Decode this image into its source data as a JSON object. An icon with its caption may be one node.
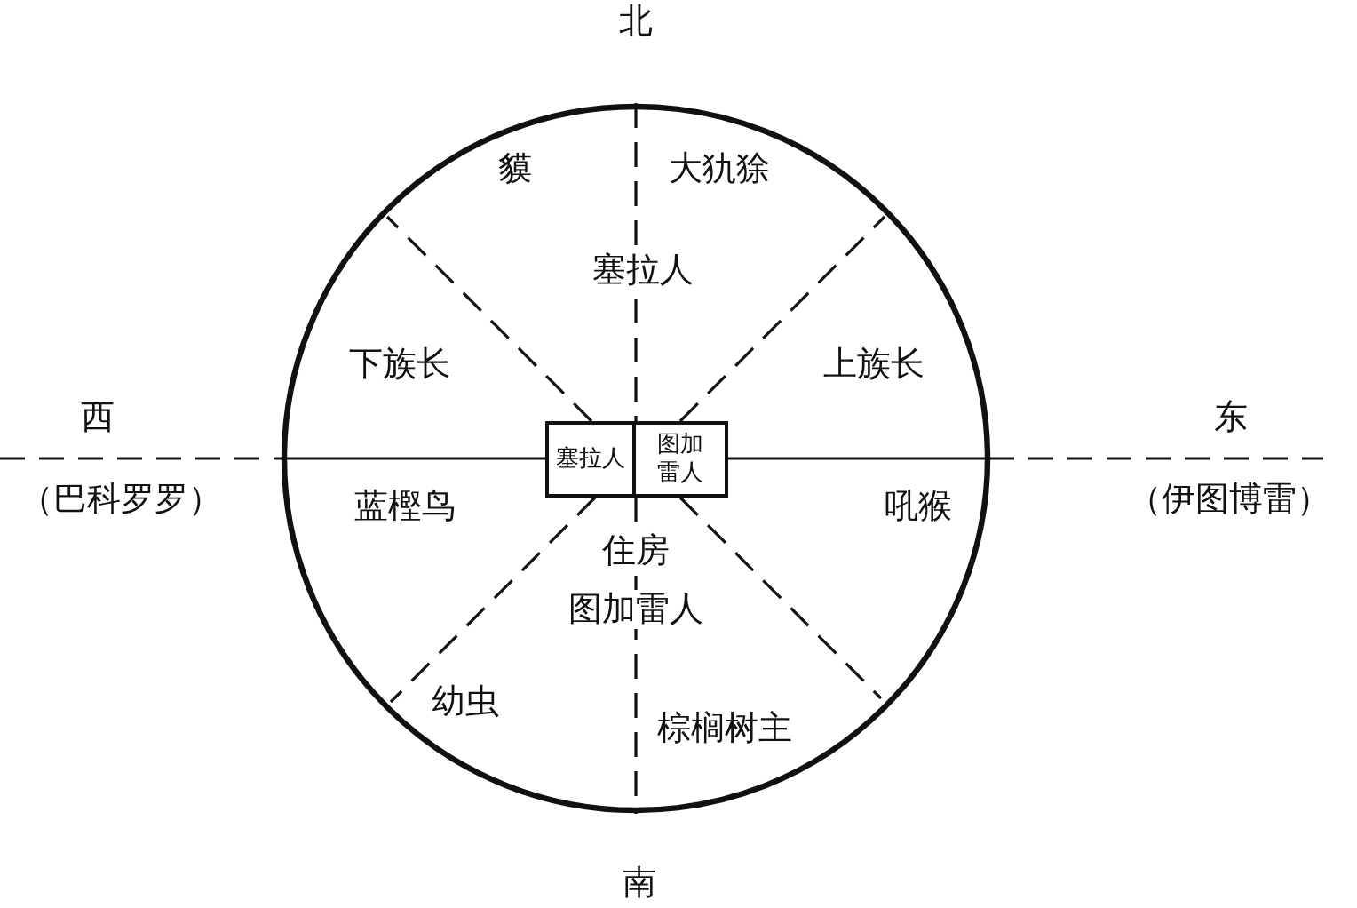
{
  "diagram": {
    "nodes": [
      {
        "text": [],
        "shape": "circle"
      },
      {
        "text": [
          "塞拉人"
        ],
        "in": 0
      },
      {
        "text": [
          "图加雷人"
        ],
        "in": 0
      }
    ],
    "edges": [],
    "labels": [
      "北",
      "貘",
      "大犰狳",
      "塞拉人",
      "下族长",
      "上族长",
      "西",
      "东",
      "（巴科罗罗）",
      "蓝樫鸟",
      "吼猴",
      "（伊图博雷）",
      "住房",
      "图加雷人",
      "幼虫",
      "棕榈树主",
      "南"
    ]
  }
}
